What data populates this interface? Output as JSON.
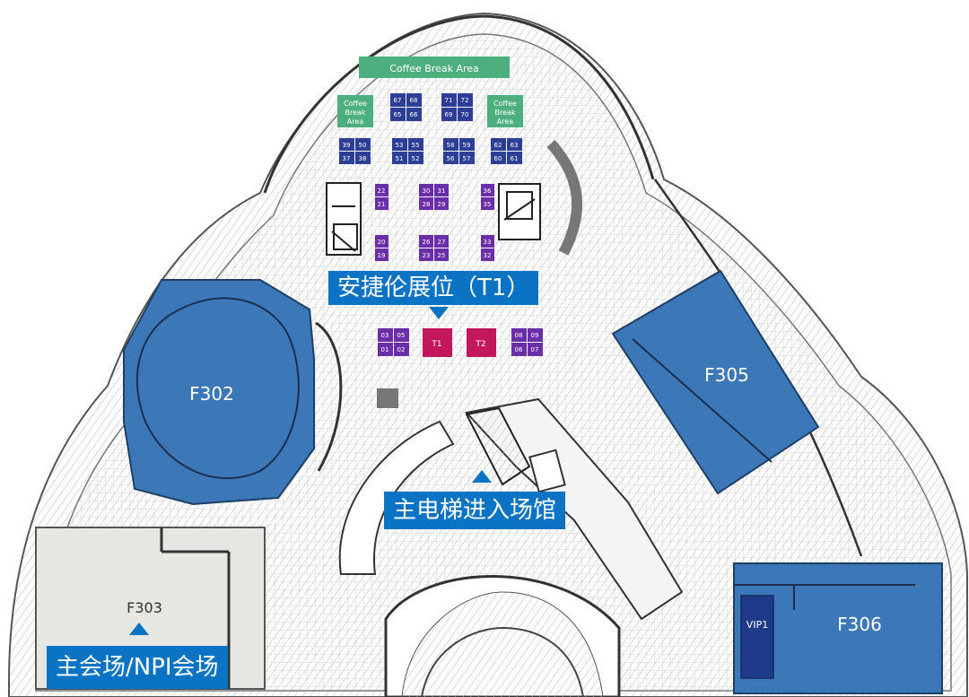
{
  "colors": {
    "hall_blue": "#3c78b8",
    "booth_navy": "#2c3e96",
    "booth_purple": "#6a2ea8",
    "booth_red": "#c2185b",
    "coffee_green": "#4caf7d",
    "callout_blue": "#0a73c4",
    "grid": "#c9c9c9"
  },
  "areas": {
    "coffee_break_banner": "Coffee Break Area",
    "coffee_left": [
      "Coffee",
      "Break",
      "Area"
    ],
    "coffee_right": [
      "Coffee",
      "Break",
      "Area"
    ]
  },
  "halls": {
    "f302": "F302",
    "f303": "F303",
    "f305": "F305",
    "f306": "F306",
    "vip1": "VIP1"
  },
  "booths": {
    "navy_top": [
      [
        "67",
        "68"
      ],
      [
        "65",
        "66"
      ],
      [
        "71",
        "72"
      ],
      [
        "69",
        "70"
      ]
    ],
    "navy_row2_a": [
      [
        "39",
        "50"
      ],
      [
        "37",
        "38"
      ]
    ],
    "navy_row2_b": [
      [
        "53",
        "55"
      ],
      [
        "51",
        "52"
      ]
    ],
    "navy_row2_c": [
      [
        "58",
        "59"
      ],
      [
        "56",
        "57"
      ]
    ],
    "navy_row2_d": [
      [
        "62",
        "63"
      ],
      [
        "60",
        "61"
      ]
    ],
    "purple_left_top": [
      "22",
      "21"
    ],
    "purple_mid_top": [
      [
        "30",
        "31"
      ],
      [
        "28",
        "29"
      ]
    ],
    "purple_right_top": [
      "36",
      "35"
    ],
    "purple_left_bot": [
      "20",
      "19"
    ],
    "purple_mid_bot": [
      [
        "26",
        "27"
      ],
      [
        "23",
        "25"
      ]
    ],
    "purple_right_bot": [
      "33",
      "32"
    ],
    "purple_entry_left": [
      [
        "03",
        "05"
      ],
      [
        "01",
        "02"
      ]
    ],
    "purple_entry_right": [
      [
        "08",
        "09"
      ],
      [
        "06",
        "07"
      ]
    ],
    "red": [
      "T1",
      "T2"
    ]
  },
  "callouts": {
    "booth": "安捷伦展位（T1）",
    "elevator": "主电梯进入场馆",
    "main_hall": "主会场/NPI会场"
  }
}
